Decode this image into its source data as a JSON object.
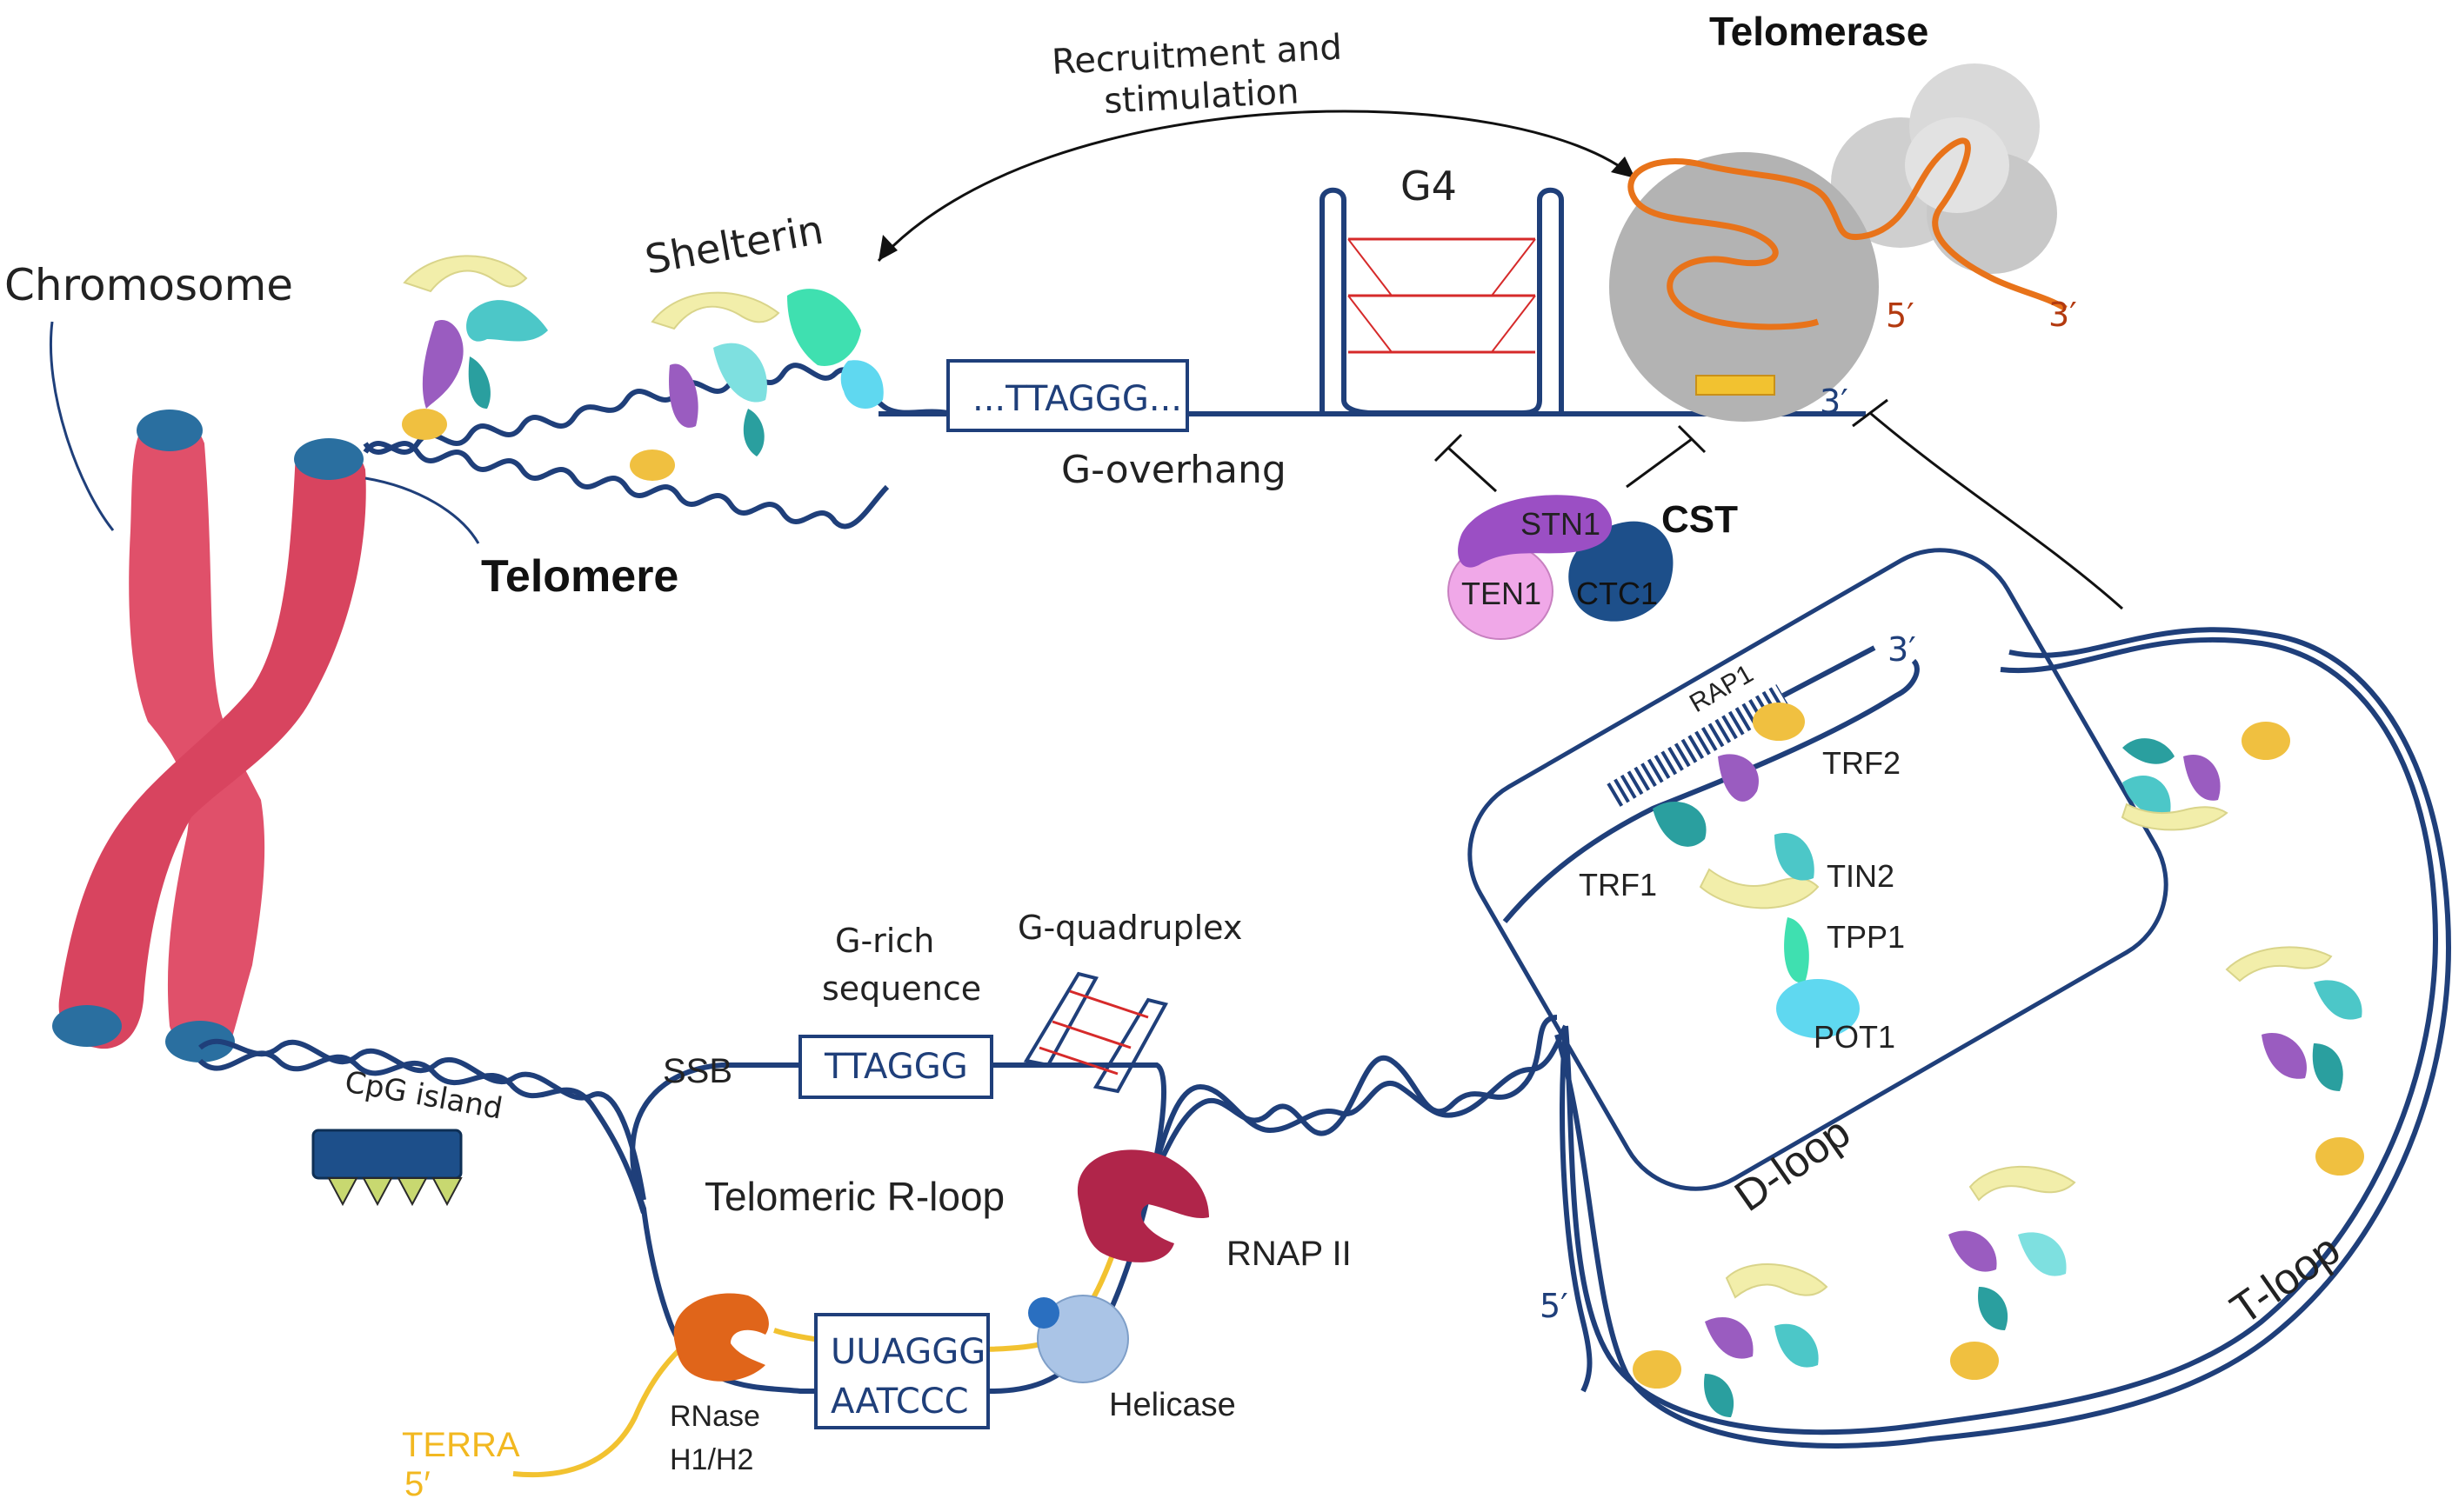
{
  "labels": {
    "chromosome": "Chromosome",
    "telomere": "Telomere",
    "shelterin": "Shelterin",
    "recruitment_line1": "Recruitment and",
    "recruitment_line2": "stimulation",
    "telomerase": "Telomerase",
    "g4": "G4",
    "g_overhang_seq": "...TTAGGG...",
    "g_overhang": "G-overhang",
    "five_prime": "5′",
    "three_prime": "3′",
    "cst": "CST",
    "stn1": "STN1",
    "ten1": "TEN1",
    "ctc1": "CTC1",
    "rap1": "RAP1",
    "trf2": "TRF2",
    "trf1": "TRF1",
    "tin2": "TIN2",
    "tpp1": "TPP1",
    "pot1": "POT1",
    "d_loop": "D-loop",
    "t_loop": "T-loop",
    "cpg_island": "CpG island",
    "g_rich_line1": "G-rich",
    "g_rich_line2": "sequence",
    "g_quadruplex": "G-quadruplex",
    "ssb": "SSB",
    "ssb_seq": "TTAGGG",
    "r_loop": "Telomeric R-loop",
    "rnap": "RNAP II",
    "helicase": "Helicase",
    "rnase_line1": "RNase",
    "rnase_line2": "H1/H2",
    "terra": "TERRA",
    "hybrid_top": "UUAGGG",
    "hybrid_bottom": "AATCCC"
  },
  "colors": {
    "dna": "#1f3f7a",
    "chromosome": "#e0506a",
    "chromosome_cap": "#2a6fa0",
    "telomerase_rna": "#e8731a",
    "terra": "#f2c230",
    "g4_bars": "#d62a2a",
    "stn1": "#9b4fc4",
    "ten1": "#f0a8e8",
    "ctc1": "#1d4f8a",
    "rnap": "#b0254a",
    "rnase": "#e0651a",
    "helicase": "#aac4e6",
    "shelterin_yellow": "#f2eeaa",
    "shelterin_cyan": "#4cc7c8",
    "shelterin_purple": "#9a5cc0",
    "shelterin_gold": "#f0c040"
  }
}
